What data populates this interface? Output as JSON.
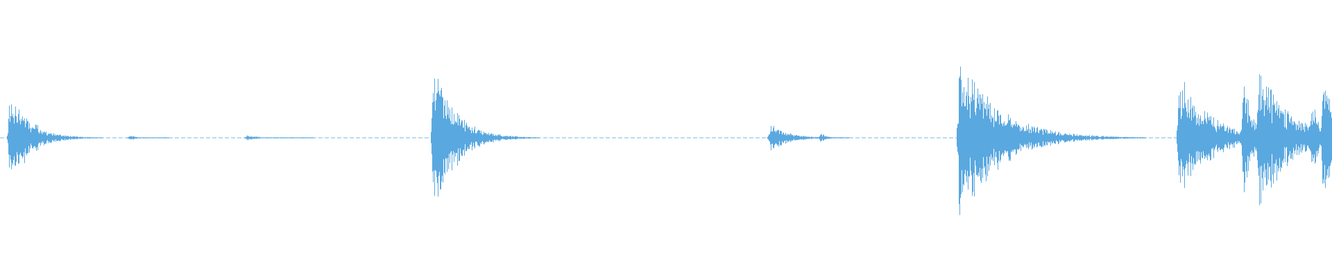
{
  "waveform": {
    "color": "#5aa8e0",
    "background": "#ffffff",
    "baseline_amplitude": 0.012,
    "events": [
      {
        "position": 0.007,
        "peak": 0.6,
        "decay": 0.014
      },
      {
        "position": 0.097,
        "peak": 0.03,
        "decay": 0.006
      },
      {
        "position": 0.185,
        "peak": 0.03,
        "decay": 0.01
      },
      {
        "position": 0.325,
        "peak": 0.92,
        "decay": 0.016
      },
      {
        "position": 0.578,
        "peak": 0.18,
        "decay": 0.012
      },
      {
        "position": 0.616,
        "peak": 0.06,
        "decay": 0.004
      },
      {
        "position": 0.72,
        "peak": 1.0,
        "decay": 0.028
      },
      {
        "position": 0.774,
        "peak": 0.07,
        "decay": 0.01
      },
      {
        "position": 0.885,
        "peak": 0.72,
        "decay": 0.022
      },
      {
        "position": 0.933,
        "peak": 0.86,
        "decay": 0.006
      },
      {
        "position": 0.944,
        "peak": 0.88,
        "decay": 0.022
      },
      {
        "position": 0.984,
        "peak": 0.5,
        "decay": 0.006
      },
      {
        "position": 0.993,
        "peak": 0.92,
        "decay": 0.01
      }
    ]
  }
}
